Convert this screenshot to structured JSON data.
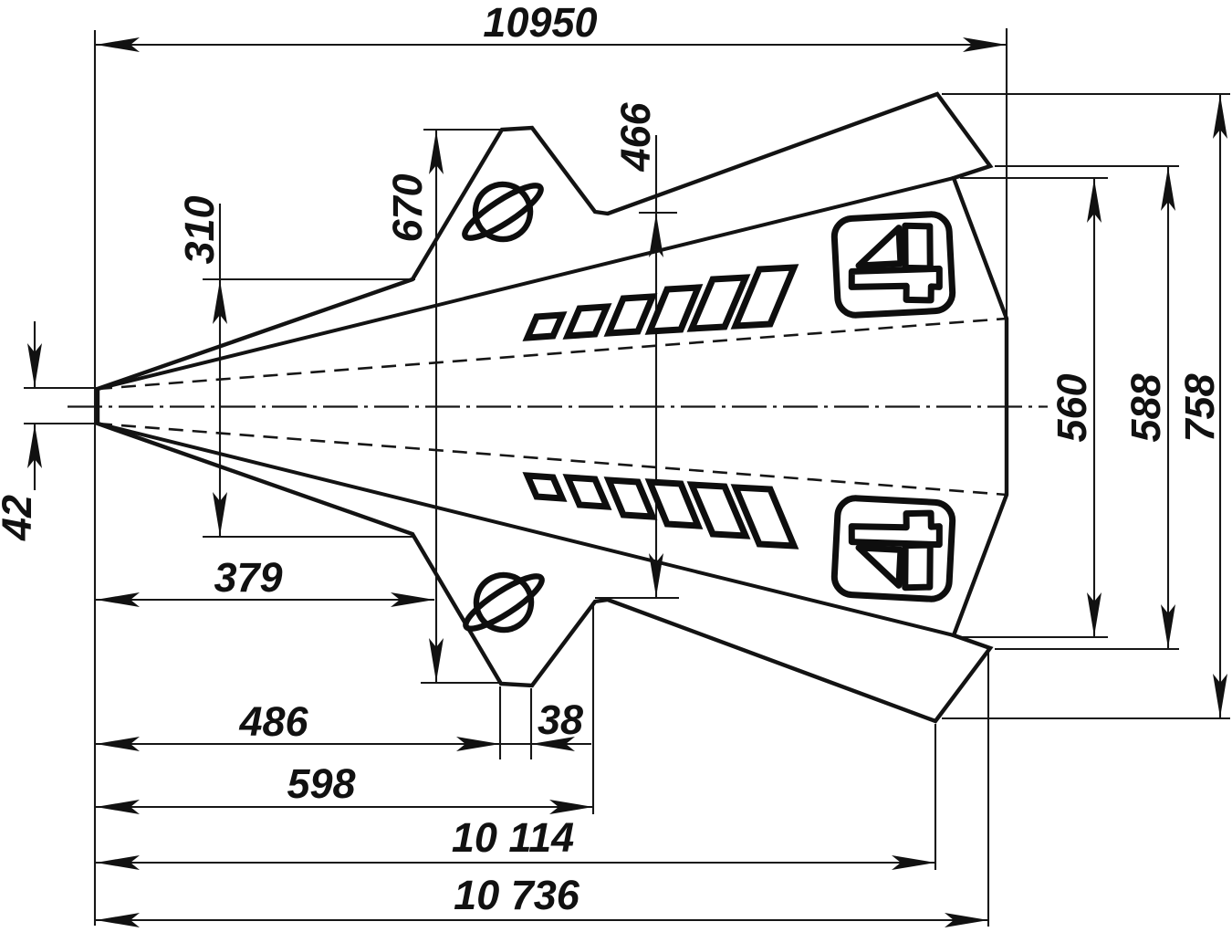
{
  "drawing": {
    "type": "technical-dimension-drawing",
    "background_color": "#ffffff",
    "line_color": "#131313",
    "emblems": {
      "planet_icon": "saturn-with-ring",
      "race_number": "4",
      "wing_stripes_per_side": 6
    },
    "dimensions": {
      "overall_length": {
        "value": "10950"
      },
      "fin_tip_span": {
        "value": "670"
      },
      "stripe_band_height": {
        "value": "466"
      },
      "strake_kink_span": {
        "value": "310"
      },
      "nose_width": {
        "value": "42"
      },
      "nose_to_strake_kink": {
        "value": "379"
      },
      "nose_to_fin_base": {
        "value": "486"
      },
      "fin_base_width": {
        "value": "38"
      },
      "nose_to_fin_rear": {
        "value": "598"
      },
      "nose_to_tip_leading": {
        "value": "10 114"
      },
      "nose_to_tip_trailing": {
        "value": "10 736"
      },
      "aft_body_width": {
        "value": "560"
      },
      "tip_corner_span": {
        "value": "588"
      },
      "overall_span": {
        "value": "758"
      }
    }
  }
}
